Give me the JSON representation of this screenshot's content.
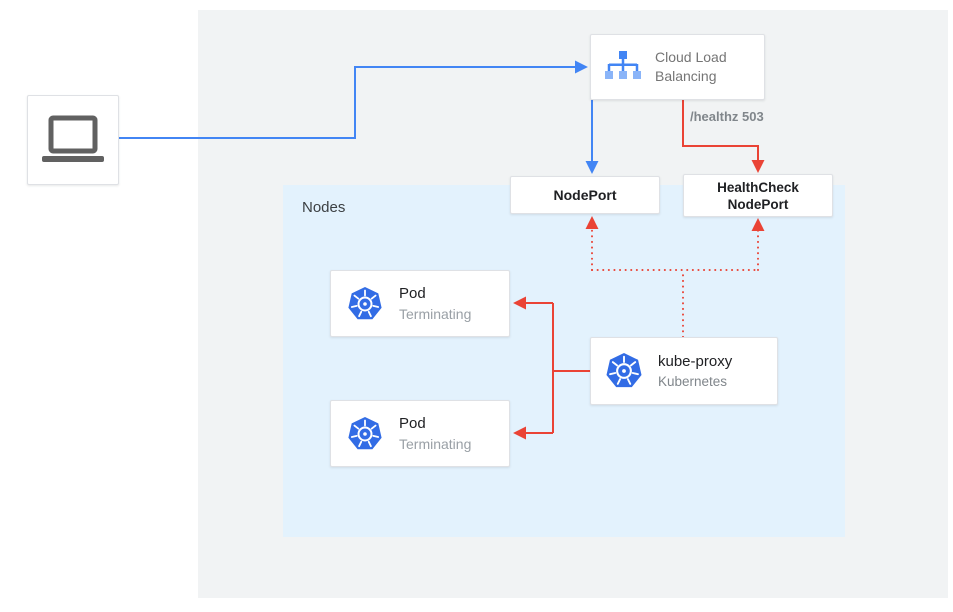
{
  "diagram": {
    "nodes_region_label": "Nodes",
    "client": {
      "icon": "laptop-icon"
    },
    "cloud_load_balancing": {
      "label_line1": "Cloud Load",
      "label_line2": "Balancing",
      "icon": "cloud-load-balancing-icon"
    },
    "healthz_status": "/healthz 503",
    "nodeport": {
      "label": "NodePort"
    },
    "healthcheck_nodeport": {
      "label_line1": "HealthCheck",
      "label_line2": "NodePort"
    },
    "kube_proxy": {
      "title": "kube-proxy",
      "subtitle": "Kubernetes",
      "icon": "kubernetes-icon"
    },
    "pods": [
      {
        "title": "Pod",
        "status": "Terminating",
        "icon": "kubernetes-icon"
      },
      {
        "title": "Pod",
        "status": "Terminating",
        "icon": "kubernetes-icon"
      }
    ]
  },
  "colors": {
    "blue_arrow": "#4285F4",
    "red_arrow": "#EA4335",
    "panel_fill": "#F1F3F4",
    "nodes_region_fill": "#E3F2FD",
    "kubernetes_blue": "#326CE5",
    "muted_text": "#80868B",
    "title_text": "#202124"
  }
}
